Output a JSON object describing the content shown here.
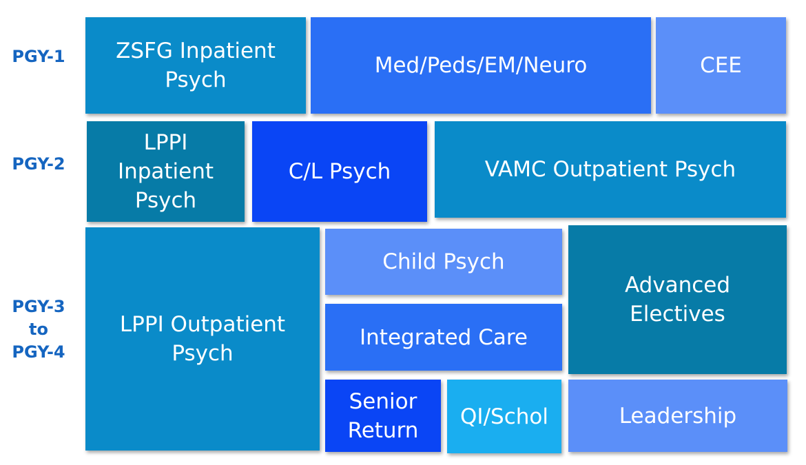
{
  "row_labels": {
    "pgy1": "PGY-1",
    "pgy2": "PGY-2",
    "pgy34": "PGY-3\nto\nPGY-4"
  },
  "blocks": {
    "zsfg_inpatient": "ZSFG Inpatient\nPsych",
    "med_peds_em_neuro": "Med/Peds/EM/Neuro",
    "cee": "CEE",
    "lppi_inpatient": "LPPI\nInpatient\nPsych",
    "cl_psych": "C/L Psych",
    "vamc_outpatient": "VAMC Outpatient Psych",
    "lppi_outpatient": "LPPI Outpatient\nPsych",
    "child_psych": "Child Psych",
    "advanced_electives": "Advanced\nElectives",
    "integrated_care": "Integrated Care",
    "senior_return": "Senior\nReturn",
    "qi_schol": "QI/Schol",
    "leadership": "Leadership"
  },
  "colors": {
    "label_text": "#1565c0",
    "mid_blue": "#0a8bc9",
    "dark_teal": "#077ba7",
    "royal_blue": "#2a6ff5",
    "periwinkle": "#5b8ff9",
    "bright_blue": "#0a45f5",
    "sky_blue": "#1aaef0"
  }
}
